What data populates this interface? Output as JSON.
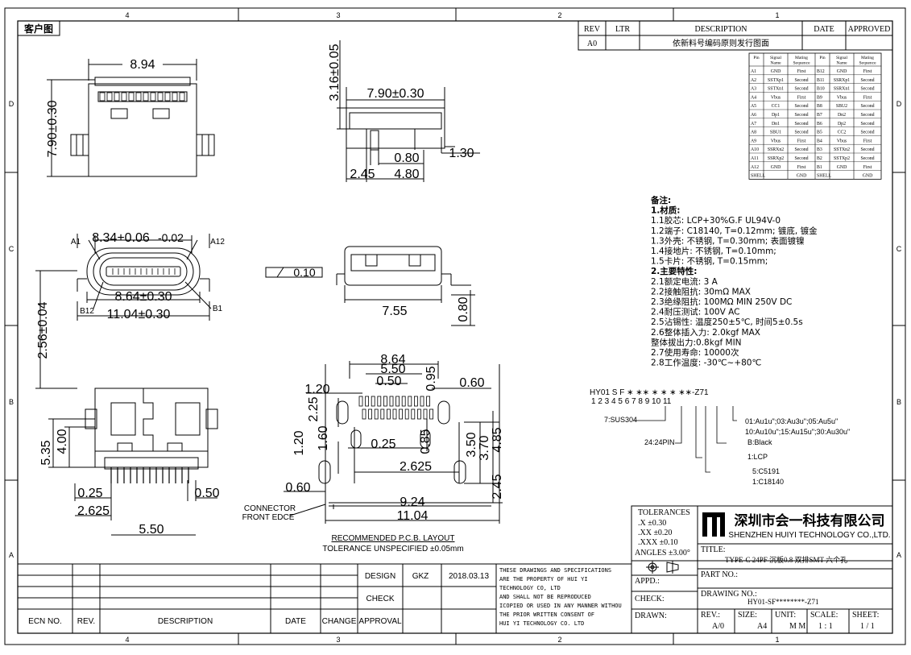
{
  "zone_markers": {
    "top": [
      "4",
      "3",
      "2",
      "1"
    ],
    "bottom": [
      "4",
      "3",
      "2",
      "1"
    ],
    "left": [
      "D",
      "C",
      "B",
      "A"
    ],
    "right": [
      "D",
      "C",
      "B",
      "A"
    ]
  },
  "label_customer_drawing": "客户图",
  "revision_table": {
    "headers": [
      "REV",
      "LTR",
      "DESCRIPTION",
      "DATE",
      "APPROVED"
    ],
    "row": {
      "rev": "A0",
      "ltr": "",
      "description": "依新料号编码原则发行图面",
      "date": "",
      "approved": ""
    }
  },
  "pin_table": {
    "headers": [
      "Pin",
      "Signal Name",
      "Mating Sequence",
      "Pin",
      "Signal Name",
      "Mating Sequence"
    ],
    "rows": [
      [
        "A1",
        "GND",
        "First",
        "B12",
        "GND",
        "First"
      ],
      [
        "A2",
        "SSTXp1",
        "Second",
        "B11",
        "SSRXp1",
        "Second"
      ],
      [
        "A3",
        "SSTXn1",
        "Second",
        "B10",
        "SSRXn1",
        "Second"
      ],
      [
        "A4",
        "Vbus",
        "First",
        "B9",
        "Vbus",
        "First"
      ],
      [
        "A5",
        "CC1",
        "Second",
        "B8",
        "SBU2",
        "Second"
      ],
      [
        "A6",
        "Dp1",
        "Second",
        "B7",
        "Dn2",
        "Second"
      ],
      [
        "A7",
        "Dn1",
        "Second",
        "B6",
        "Dp2",
        "Second"
      ],
      [
        "A8",
        "SBU1",
        "Second",
        "B5",
        "CC2",
        "Second"
      ],
      [
        "A9",
        "Vbus",
        "First",
        "B4",
        "Vbus",
        "First"
      ],
      [
        "A10",
        "SSRXn2",
        "Second",
        "B3",
        "SSTXn2",
        "Second"
      ],
      [
        "A11",
        "SSRXp2",
        "Second",
        "B2",
        "SSTXp2",
        "Second"
      ],
      [
        "A12",
        "GND",
        "First",
        "B1",
        "GND",
        "First"
      ],
      [
        "SHELL",
        "",
        "GND",
        "SHELL",
        "",
        "GND"
      ]
    ]
  },
  "notes": [
    "备注:",
    "1.材质:",
    "1.1胶芯: LCP+30%G.F UL94V-0",
    "1.2端子: C18140, T=0.12mm; 镀底, 镀金",
    "1.3外壳: 不锈钢, T=0.30mm; 表面镀镍",
    "1.4接地片: 不锈钢, T=0.10mm;",
    "1.5卡片: 不锈钢, T=0.15mm;",
    "2.主要特性:",
    "2.1额定电流:  3 A",
    "2.2接触阻抗: 30mΩ MAX",
    "2.3绝缘阻抗: 100MΩ MIN 250V DC",
    "2.4耐压测试: 100V AC",
    "2.5沾锡性: 温度250±5℃, 时间5±0.5s",
    "2.6整体插入力: 2.0kgf MAX",
    "    整体拔出力:0.8kgf MIN",
    "2.7使用寿命: 10000次",
    "2.8工作温度: -30℃~+80℃"
  ],
  "part_code": {
    "code": "HY01  S  F  ∗  ∗∗  ∗  ∗  ∗  ∗∗-Z71",
    "positions": "1  2    3   4  5    6   7   8  9   10      11",
    "legend": [
      "7:SUS304",
      "24:24PIN",
      "01:Au1u\";03:Au3u\";05:Au5u\"",
      "10:Au10u\";15:Au15u\";30:Au30u\"",
      "B:Black",
      "1:LCP",
      "5:C5191",
      "1:C18140"
    ]
  },
  "dimensions": {
    "top_view": [
      "8.94",
      "7.90±0.30"
    ],
    "side_view": [
      "3.16±0.05",
      "7.90±0.30",
      "0.80",
      "1.30",
      "2.45",
      "4.80"
    ],
    "front_view": [
      "8.34+0.06",
      "-0.02",
      "A1",
      "A12",
      "8.64±0.30",
      "11.04±0.30",
      "B12",
      "B1",
      "2.56±0.04"
    ],
    "rear_side": [
      "0.10",
      "7.55",
      "0.80"
    ],
    "bottom_view": [
      "5.35",
      "4.00",
      "0.25",
      "0.50",
      "2.625",
      "5.50"
    ],
    "pcb_layout": [
      "8.64",
      "5.50",
      "0.50",
      "0.95",
      "0.60",
      "1.20",
      "2.25",
      "1.20",
      "1.60",
      "0.25",
      "0.85",
      "2.625",
      "3.50",
      "3.70",
      "4.85",
      "0.60",
      "2.45",
      "9.24",
      "11.04"
    ]
  },
  "pcb_captions": {
    "connector_front": "CONNECTOR",
    "front_edge": "FRONT EDCE",
    "layout_title": "RECOMMENDED  P.C.B. LAYOUT",
    "tolerance": "TOLERANCE UNSPECIFIED ±0.05mm"
  },
  "tolerances": {
    "title": "TOLERANCES",
    "x": ".X     ±0.30",
    "xx": ".XX    ±0.20",
    "xxx": ".XXX   ±0.10",
    "angles": "ANGLES ±3.00°"
  },
  "company": {
    "cn": "深圳市会一科技有限公司",
    "en": "SHENZHEN HUIYI TECHNOLOGY CO.,LTD."
  },
  "title_block": {
    "title_label": "TITLE:",
    "title": "TYPE-C 24PF 沉板0.8 双排SMT 六个孔",
    "part_no_label": "PART NO.:",
    "appd_label": "APPD.:",
    "check_label": "CHECK:",
    "drawing_no_label": "DRAWING NO.:",
    "drawing_no": "HY01-SF********-Z71",
    "drawn_label": "DRAWN:",
    "rev_label": "REV.:",
    "rev": "A/0",
    "size_label": "SIZE:",
    "size": "A4",
    "unit_label": "UNIT:",
    "unit": "M M",
    "scale_label": "SCALE:",
    "scale": "1 : 1",
    "sheet_label": "SHEET:",
    "sheet": "1 / 1"
  },
  "approval": {
    "design_label": "DESIGN",
    "designer": "GKZ",
    "date": "2018.03.13",
    "check_label": "CHECK",
    "approval_label": "APPROVAL",
    "statement": [
      "THESE DRAWINGS AND SPECIFICATIONS",
      "ARE THE PROPERTY OF HUI YI",
      "TECHNOLOGY  CO, LTD",
      "AND SHALL NOT BE REPRODUCED",
      "ICOPIED OR USED IN ANY MANNER WITHOU",
      "THE PRIOR WRITTEN CONSENT OF",
      "HUI YI  TECHNOLOGY CO. LTD"
    ]
  },
  "ecn_block": {
    "headers": [
      "ECN NO.",
      "REV.",
      "DESCRIPTION",
      "DATE",
      "CHANGE"
    ]
  }
}
